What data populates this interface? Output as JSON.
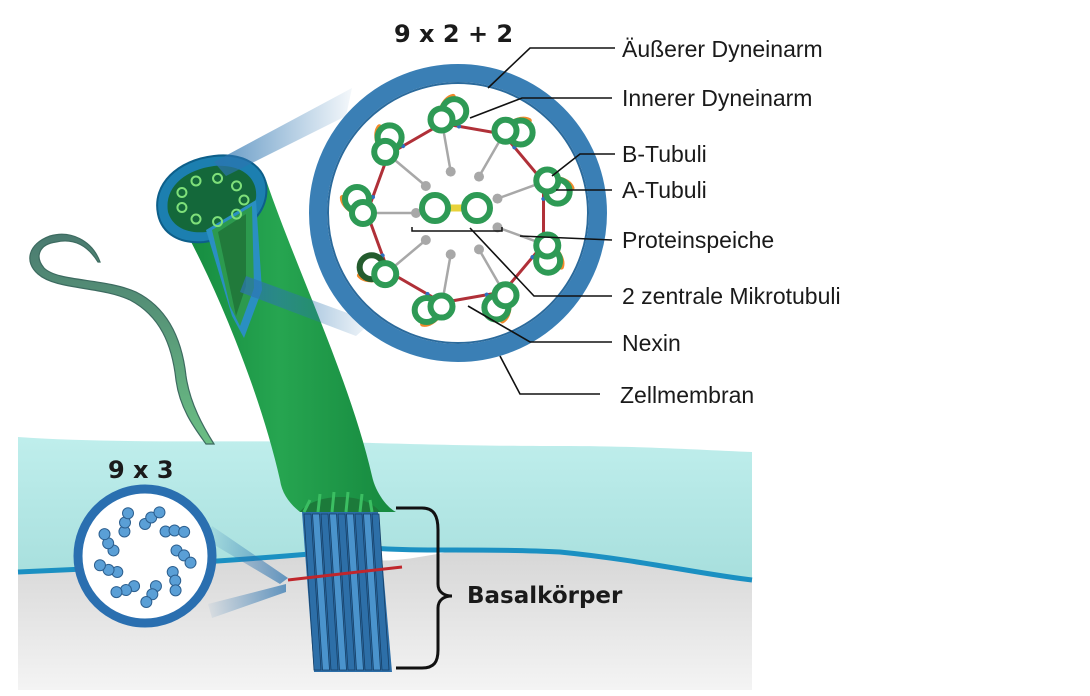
{
  "headings": {
    "axoneme": "9 x 2 + 2",
    "basal": "9 x 3"
  },
  "labels": {
    "outer_dynein": "Äußerer Dyneinarm",
    "inner_dynein": "Innerer Dyneinarm",
    "b_tubuli": "B-Tubuli",
    "a_tubuli": "A-Tubuli",
    "radial_spoke": "Proteinspeiche",
    "central_pair": "2 zentrale Mikrotubuli",
    "nexin": "Nexin",
    "membrane": "Zellmembran",
    "basal_body": "Basalkörper"
  },
  "colors": {
    "cell_membrane": "#3a7fb5",
    "microtubule": "#2e9a55",
    "nexin": "#b03038",
    "outer_arm": "#f08a2c",
    "inner_arm": "#2f6fbf",
    "spoke": "#a8a8a8",
    "central_link": "#e8d23a",
    "flagellum": "#1f9a47",
    "cytoplasm": "#b4e8e6",
    "basal_body": "#2c74b0",
    "triplet": "#5a9fd6",
    "cut_line": "#c0262c"
  }
}
